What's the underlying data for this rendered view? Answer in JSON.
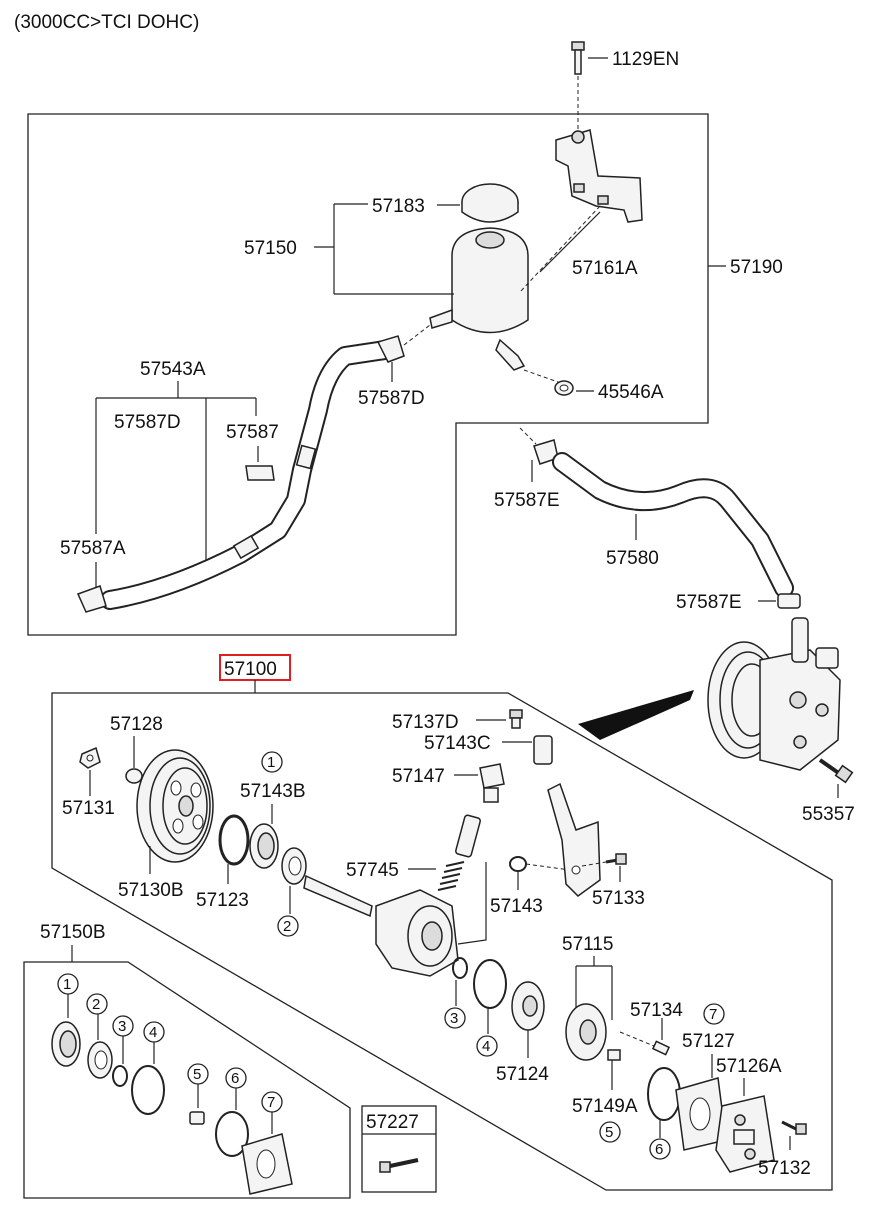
{
  "header": {
    "engine": "(3000CC>TCI DOHC)"
  },
  "labels": {
    "p1129EN": "1129EN",
    "p57183": "57183",
    "p57150": "57150",
    "p57161A": "57161A",
    "p57190": "57190",
    "p57587D_top": "57587D",
    "p45546A": "45546A",
    "p57543A": "57543A",
    "p57587D_left": "57587D",
    "p57587": "57587",
    "p57587A": "57587A",
    "p57587E_1": "57587E",
    "p57580": "57580",
    "p57587E_2": "57587E",
    "p57100": "57100",
    "p55357": "55357",
    "p57128": "57128",
    "p57131": "57131",
    "p57143B": "57143B",
    "p57130B": "57130B",
    "p57123": "57123",
    "p57137D": "57137D",
    "p57143C": "57143C",
    "p57147": "57147",
    "p57745": "57745",
    "p57143": "57143",
    "p57133": "57133",
    "p57150B": "57150B",
    "p57115": "57115",
    "p57134": "57134",
    "p57127": "57127",
    "p57126A": "57126A",
    "p57124": "57124",
    "p57149A": "57149A",
    "p57132": "57132",
    "p57227": "57227"
  },
  "callouts": {
    "c1": "1",
    "c2": "2",
    "c3": "3",
    "c4": "4",
    "c5": "5",
    "c6": "6",
    "c7": "7"
  },
  "colors": {
    "highlight": "#e02020",
    "line": "#222222"
  }
}
